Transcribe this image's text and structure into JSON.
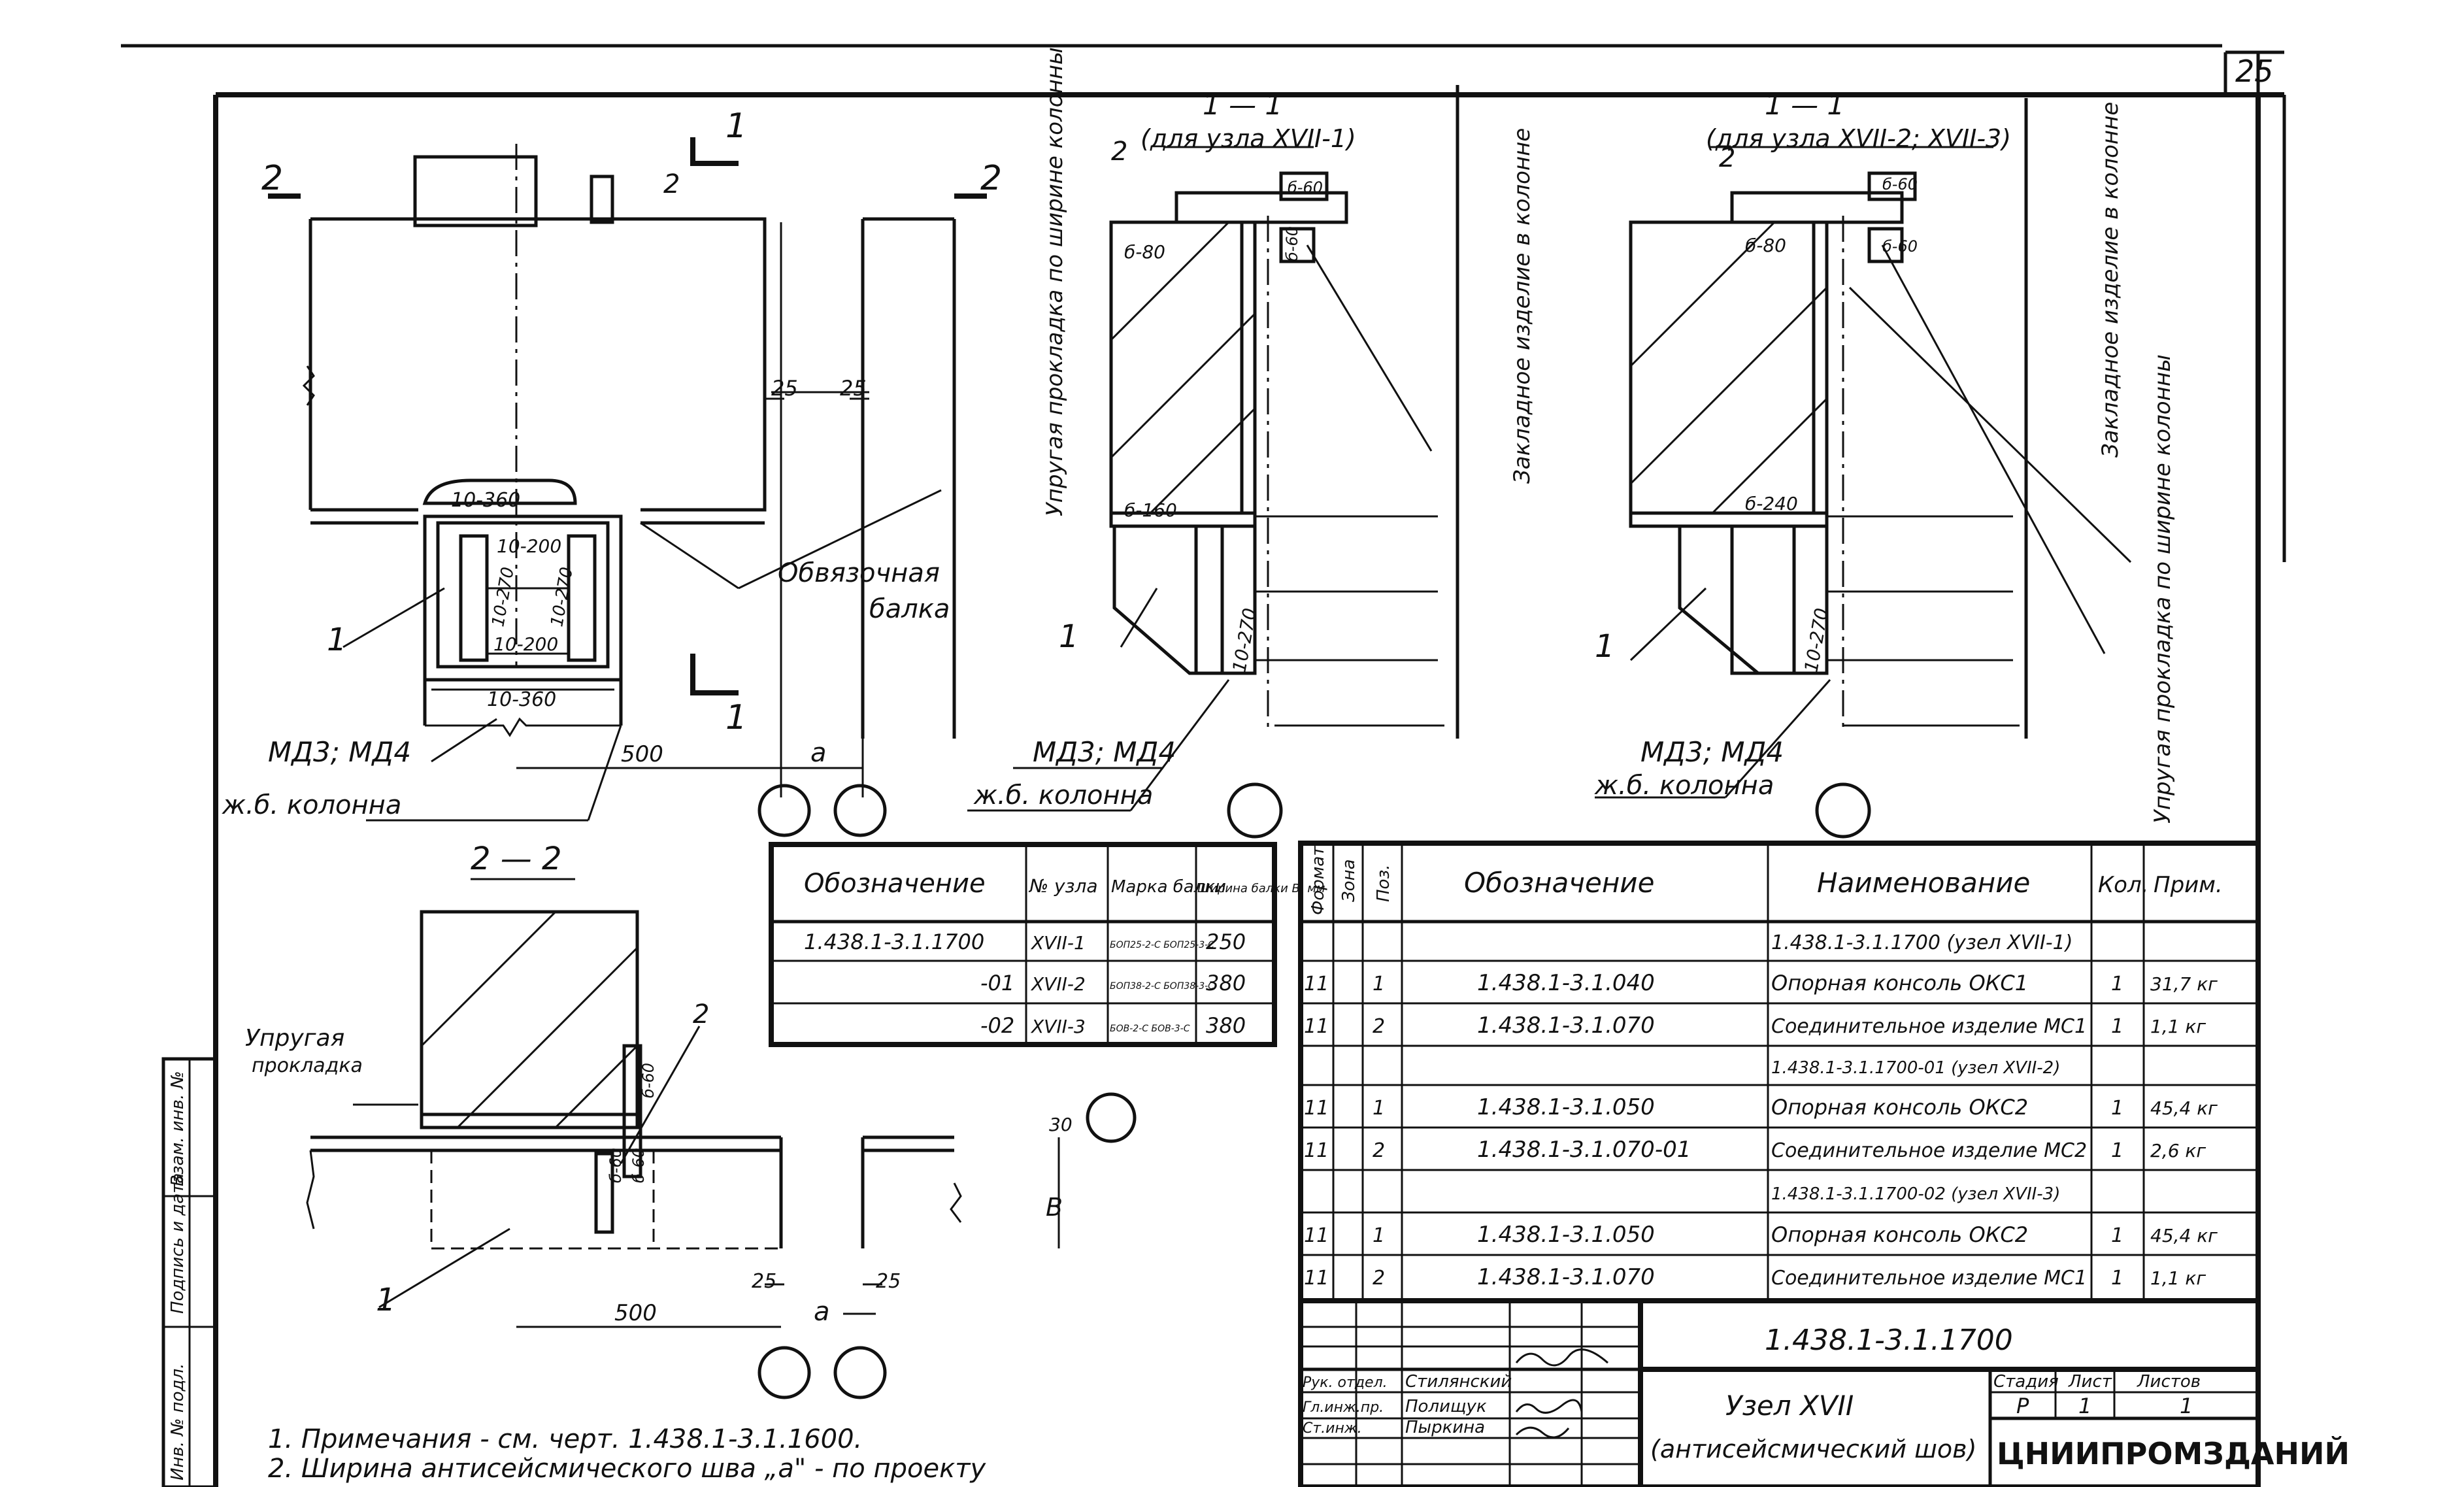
{
  "sheet_number": "25",
  "views": {
    "plan": {
      "label_cut_1": "1",
      "label_cut_2": "2",
      "callout_2": "2",
      "dim_25_left": "25",
      "dim_25_right": "25",
      "plate_top": "10-360",
      "plate_inner_top": "10-200",
      "plate_left": "10-270",
      "plate_right": "10-270",
      "plate_inner_bottom": "10-200",
      "plate_bottom": "10-360",
      "beam_label_line1": "Обвязочная",
      "beam_label_line2": "балка",
      "pos1": "1",
      "md_label": "МД3; МД4",
      "column_label": "ж.б. колонна",
      "dim_500": "500",
      "dim_a": "а"
    },
    "section_1_1_a": {
      "title": "1 — 1",
      "subtitle": "(для узла XVII-1)",
      "pos2": "2",
      "pos1": "1",
      "b60_1": "б-60",
      "b60_2": "б-60",
      "b80": "б-80",
      "b160": "б-160",
      "plate_270": "10-270",
      "pad_label": "Упругая прокладка по ширине колонны",
      "embed_label": "Закладное изделие в колонне",
      "md_label": "МД3; МД4",
      "column_label": "ж.б. колонна"
    },
    "section_1_1_b": {
      "title": "1 — 1",
      "subtitle": "(для узла XVII-2; XVII-3)",
      "pos2": "2",
      "pos1": "1",
      "b60_1": "б-60",
      "b60_2": "б-60",
      "b80": "б-80",
      "b240": "б-240",
      "plate_270": "10-270",
      "embed_label": "Закладное изделие в колонне",
      "pad_label": "Упругая прокладка по ширине колонны",
      "md_label": "МД3; МД4",
      "column_label": "ж.б. колонна"
    },
    "section_2_2": {
      "title": "2 — 2",
      "pad_line1": "Упругая",
      "pad_line2": "прокладка",
      "pos2": "2",
      "pos1": "1",
      "b60_a": "б-60",
      "b60_b": "б-60",
      "b60_c": "б-60",
      "dim_30": "30",
      "dim_B": "В",
      "dim_500": "500",
      "dim_25a": "25",
      "dim_25b": "25",
      "dim_a": "а"
    }
  },
  "beam_table": {
    "headers": [
      "Обозначение",
      "№ узла",
      "Марка балки",
      "Ширина балки В, мм"
    ],
    "rows": [
      [
        "1.438.1-3.1.1700",
        "XVII-1",
        "БОП25-2-С БОП25-3-С",
        "250"
      ],
      [
        "-01",
        "XVII-2",
        "БОП38-2-С БОП38-3-С",
        "380"
      ],
      [
        "-02",
        "XVII-3",
        "БОВ-2-С БОВ-3-С",
        "380"
      ]
    ]
  },
  "spec_table": {
    "headers": [
      "Формат",
      "Зона",
      "Поз.",
      "Обозначение",
      "Наименование",
      "Кол.",
      "Прим."
    ],
    "rows": [
      [
        "",
        "",
        "",
        "",
        "1.438.1-3.1.1700 (узел XVII-1)",
        "",
        ""
      ],
      [
        "11",
        "",
        "1",
        "1.438.1-3.1.040",
        "Опорная консоль ОКС1",
        "1",
        "31,7 кг"
      ],
      [
        "11",
        "",
        "2",
        "1.438.1-3.1.070",
        "Соединительное изделие МС1",
        "1",
        "1,1 кг"
      ],
      [
        "",
        "",
        "",
        "",
        "1.438.1-3.1.1700-01 (узел XVII-2)",
        "",
        ""
      ],
      [
        "11",
        "",
        "1",
        "1.438.1-3.1.050",
        "Опорная консоль ОКС2",
        "1",
        "45,4 кг"
      ],
      [
        "11",
        "",
        "2",
        "1.438.1-3.1.070-01",
        "Соединительное изделие МС2",
        "1",
        "2,6 кг"
      ],
      [
        "",
        "",
        "",
        "",
        "1.438.1-3.1.1700-02 (узел XVII-3)",
        "",
        ""
      ],
      [
        "11",
        "",
        "1",
        "1.438.1-3.1.050",
        "Опорная консоль ОКС2",
        "1",
        "45,4 кг"
      ],
      [
        "11",
        "",
        "2",
        "1.438.1-3.1.070",
        "Соединительное изделие МС1",
        "1",
        "1,1 кг"
      ]
    ]
  },
  "title_block": {
    "drawing_code": "1.438.1-3.1.1700",
    "sign_rows": [
      {
        "role": "Рук. отдел.",
        "name": "Стилянский"
      },
      {
        "role": "Гл.инж.пр.",
        "name": "Полищук"
      },
      {
        "role": "Ст.инж.",
        "name": "Пыркина"
      }
    ],
    "title_line1": "Узел XVII",
    "title_line2": "(антисейсмический шов)",
    "stage_header": "Стадия",
    "sheet_header": "Лист",
    "sheets_header": "Листов",
    "stage": "Р",
    "sheet": "1",
    "sheets": "1",
    "org": "ЦНИИПРОМЗДАНИЙ"
  },
  "side_stamp": [
    "Инв. № подл.",
    "Подпись и дата",
    "Взам. инв. №"
  ],
  "notes": [
    "1. Примечания - см. черт. 1.438.1-3.1.1600.",
    "2. Ширина антисейсмического шва „а\" - по проекту"
  ]
}
